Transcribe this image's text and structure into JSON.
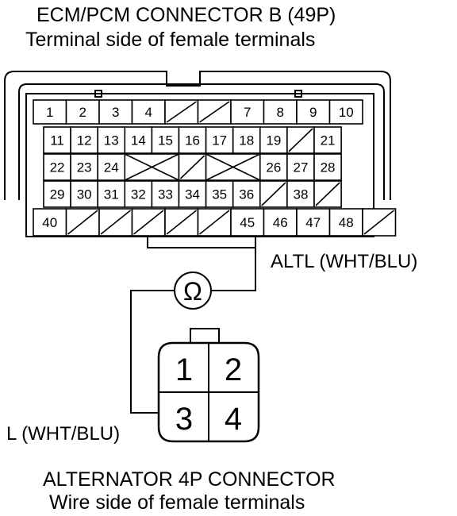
{
  "ecm_title": "ECM/PCM CONNECTOR B (49P)",
  "ecm_subtitle": "Terminal side of female terminals",
  "alt_title": "ALTERNATOR 4P CONNECTOR",
  "alt_subtitle": "Wire side of female terminals",
  "wire_ecm_label": "ALTL (WHT/BLU)",
  "wire_alt_label": "L (WHT/BLU)",
  "meter_symbol": "Ω",
  "ecm_rows": [
    [
      "1",
      "2",
      "3",
      "4",
      "/",
      "/",
      "7",
      "8",
      "9",
      "10"
    ],
    [
      "11",
      "12",
      "13",
      "14",
      "15",
      "16",
      "17",
      "18",
      "19",
      "/",
      "21"
    ],
    [
      "22",
      "23",
      "24",
      "X",
      "X",
      "/",
      "X",
      "X",
      "26",
      "27",
      "28"
    ],
    [
      "29",
      "30",
      "31",
      "32",
      "33",
      "34",
      "35",
      "36",
      "/",
      "38",
      "/"
    ],
    [
      "40",
      "/",
      "/",
      "/",
      "/",
      "/",
      "45",
      "46",
      "47",
      "48",
      "/"
    ]
  ],
  "alt_terminals": [
    "1",
    "2",
    "3",
    "4"
  ]
}
